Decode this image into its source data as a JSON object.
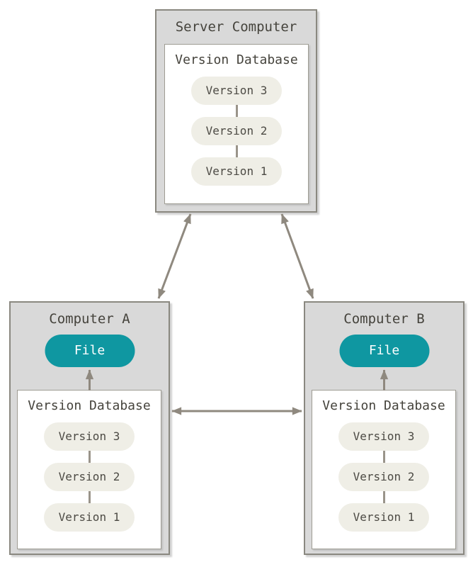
{
  "colors": {
    "canvas_bg": "#ffffff",
    "computer_box_fill": "#d9d9d9",
    "computer_box_border": "#8a8880",
    "database_box_fill": "#ffffff",
    "database_box_border": "#9e9c93",
    "version_pill_fill": "#efeee6",
    "version_pill_text": "#4c4a44",
    "file_pill_fill": "#0f97a1",
    "file_pill_text": "#ffffff",
    "title_text": "#45433c",
    "arrow": "#8f897f",
    "connector": "#9a948a"
  },
  "nodes": {
    "server": {
      "title": "Server Computer",
      "database": {
        "label": "Version Database",
        "versions": [
          "Version 3",
          "Version 2",
          "Version 1"
        ]
      }
    },
    "computer_a": {
      "title": "Computer A",
      "file_label": "File",
      "database": {
        "label": "Version Database",
        "versions": [
          "Version 3",
          "Version 2",
          "Version 1"
        ]
      }
    },
    "computer_b": {
      "title": "Computer B",
      "file_label": "File",
      "database": {
        "label": "Version Database",
        "versions": [
          "Version 3",
          "Version 2",
          "Version 1"
        ]
      }
    }
  },
  "connections": [
    {
      "from": "server",
      "to": "computer_a",
      "bidirectional": true
    },
    {
      "from": "server",
      "to": "computer_b",
      "bidirectional": true
    },
    {
      "from": "computer_a",
      "to": "computer_b",
      "bidirectional": true
    },
    {
      "from": "computer_a.version_database",
      "to": "computer_a.file",
      "bidirectional": false
    },
    {
      "from": "computer_b.version_database",
      "to": "computer_b.file",
      "bidirectional": false
    }
  ]
}
